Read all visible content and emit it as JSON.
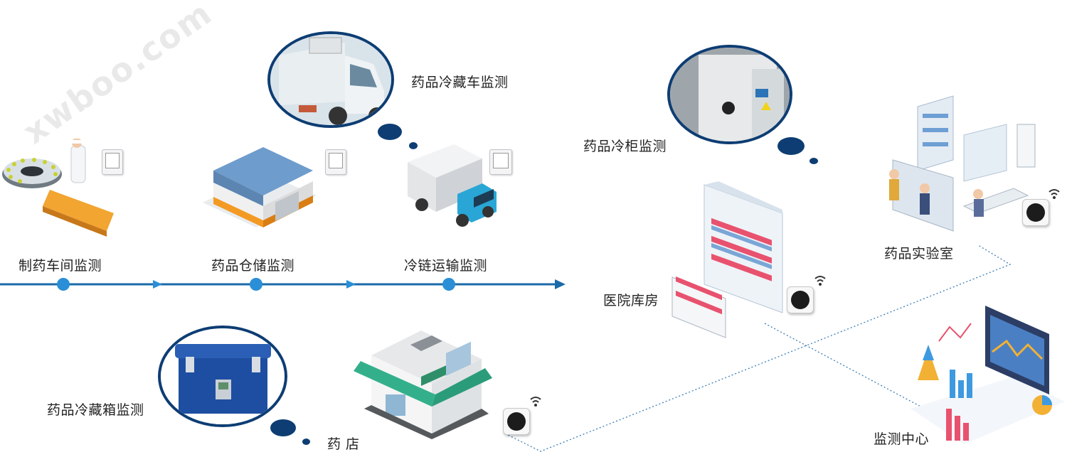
{
  "watermark": "xwboo.com",
  "timeline_labels": {
    "workshop": "制药车间监测",
    "warehouse": "药品仓储监测",
    "coldchain": "冷链运输监测"
  },
  "bubble_labels": {
    "truck": "药品冷藏车监测",
    "cabinet": "药品冷柜监测",
    "coolbox": "药品冷藏箱监测"
  },
  "place_labels": {
    "pharmacy": "药  店",
    "hospital": "医院库房",
    "lab": "药品实验室",
    "center": "监测中心"
  },
  "colors": {
    "timeline": "#1a6aa9",
    "node": "#2a8fd6",
    "bubble_border": "#0d3d73",
    "network": "#3c7fb6"
  }
}
